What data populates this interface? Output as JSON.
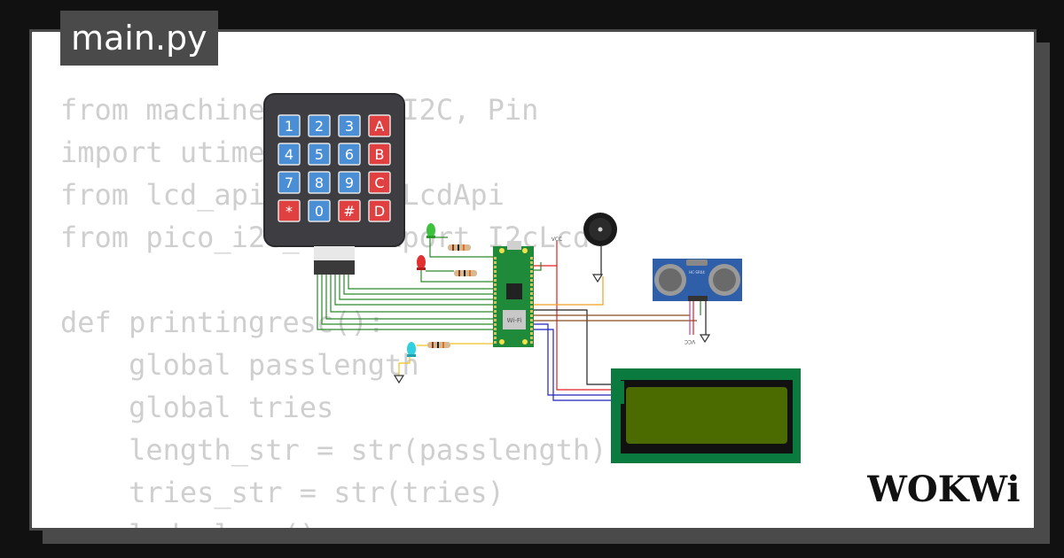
{
  "file_tab": {
    "label": "main.py"
  },
  "code_lines": [
    "from machine import I2C, Pin",
    "import utime",
    "from lcd_api import LcdApi",
    "from pico_i2c_lcd import I2cLcd",
    "",
    "def printingresc():",
    "    global passlength",
    "    global tries",
    "    length_str = str(passlength)",
    "    tries_str = str(tries)",
    "    lcd.clear()"
  ],
  "keypad": {
    "keys": [
      "1",
      "2",
      "3",
      "A",
      "4",
      "5",
      "6",
      "B",
      "7",
      "8",
      "9",
      "C",
      "*",
      "0",
      "#",
      "D"
    ],
    "blue": "#4a8fd6",
    "red": "#e04040"
  },
  "board": {
    "wifi_label": "Wi-Fi"
  },
  "sensor": {
    "label": "HC-SR04"
  },
  "power_labels": {
    "vcc_top": "VCC",
    "vcc_bottom": "VCC"
  },
  "brand": {
    "logo_text": "WOKWi"
  },
  "colors": {
    "background": "#111111",
    "card_border": "#4a4a4a",
    "code_text": "#cfcfcf",
    "pcb_green": "#1f8a3a",
    "lcd_green": "#0b7a3e",
    "lcd_screen": "#4b6b00",
    "sensor_blue": "#2f5fa8"
  }
}
